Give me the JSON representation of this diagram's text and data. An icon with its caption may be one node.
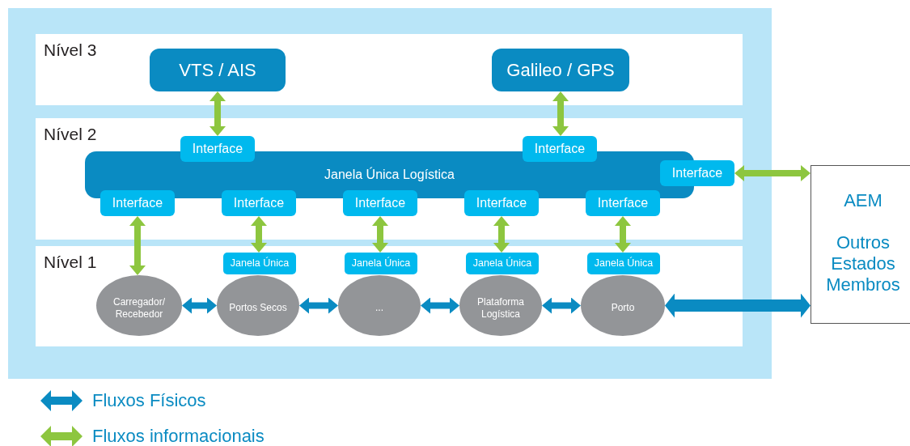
{
  "diagram": {
    "nodes": [
      {
        "text": [
          "Nível 3"
        ]
      },
      {
        "text": [
          "VTS / AIS"
        ],
        "in": 0
      },
      {
        "text": [
          "Galileo / GPS"
        ],
        "in": 0
      },
      {
        "text": [
          "Nível 2"
        ]
      },
      {
        "text": [
          "Janela Única Logística"
        ],
        "in": 3
      },
      {
        "text": [
          "Interface"
        ],
        "in": 3
      },
      {
        "text": [
          "Interface"
        ],
        "in": 3
      },
      {
        "text": [
          "Interface"
        ],
        "in": 3
      },
      {
        "text": [
          "Interface"
        ],
        "in": 3
      },
      {
        "text": [
          "Interface"
        ],
        "in": 3
      },
      {
        "text": [
          "Interface"
        ],
        "in": 3
      },
      {
        "text": [
          "Interface"
        ],
        "in": 3
      },
      {
        "text": [
          "Interface"
        ],
        "in": 3
      },
      {
        "text": [
          "Nível 1"
        ]
      },
      {
        "text": [
          "Carregador/ Recebedor"
        ],
        "in": 13
      },
      {
        "text": [
          "Portos Secos"
        ],
        "in": 13
      },
      {
        "text": [
          "..."
        ],
        "in": 13
      },
      {
        "text": [
          "Plataforma Logística"
        ],
        "in": 13
      },
      {
        "text": [
          "Porto"
        ],
        "in": 13
      },
      {
        "text": [
          "Janela Única"
        ],
        "in": 13
      },
      {
        "text": [
          "Janela Única"
        ],
        "in": 13
      },
      {
        "text": [
          "Janela Única"
        ],
        "in": 13
      },
      {
        "text": [
          "Janela Única"
        ],
        "in": 13
      },
      {
        "text": [
          "AEM",
          "Outros Estados Membros"
        ]
      }
    ],
    "edges": [
      {
        "from": 1,
        "to": 5,
        "arrow": "both"
      },
      {
        "from": 2,
        "to": 6,
        "arrow": "both"
      },
      {
        "from": 7,
        "to": 23,
        "arrow": "both"
      },
      {
        "from": 8,
        "to": 14,
        "arrow": "both"
      },
      {
        "from": 9,
        "to": 19,
        "arrow": "both"
      },
      {
        "from": 10,
        "to": 20,
        "arrow": "both"
      },
      {
        "from": 11,
        "to": 21,
        "arrow": "both"
      },
      {
        "from": 12,
        "to": 22,
        "arrow": "both"
      },
      {
        "from": 14,
        "to": 15,
        "arrow": "both",
        "color": "#0a8bc2"
      },
      {
        "from": 15,
        "to": 16,
        "arrow": "both",
        "color": "#0a8bc2"
      },
      {
        "from": 16,
        "to": 17,
        "arrow": "both",
        "color": "#0a8bc2"
      },
      {
        "from": 17,
        "to": 18,
        "arrow": "both",
        "color": "#0a8bc2"
      },
      {
        "from": 18,
        "to": 23,
        "arrow": "both",
        "color": "#0a8bc2",
        "style": "thick"
      }
    ],
    "legend": [
      {
        "text": "Fluxos Físicos"
      },
      {
        "text": "Fluxos informacionais"
      }
    ]
  }
}
